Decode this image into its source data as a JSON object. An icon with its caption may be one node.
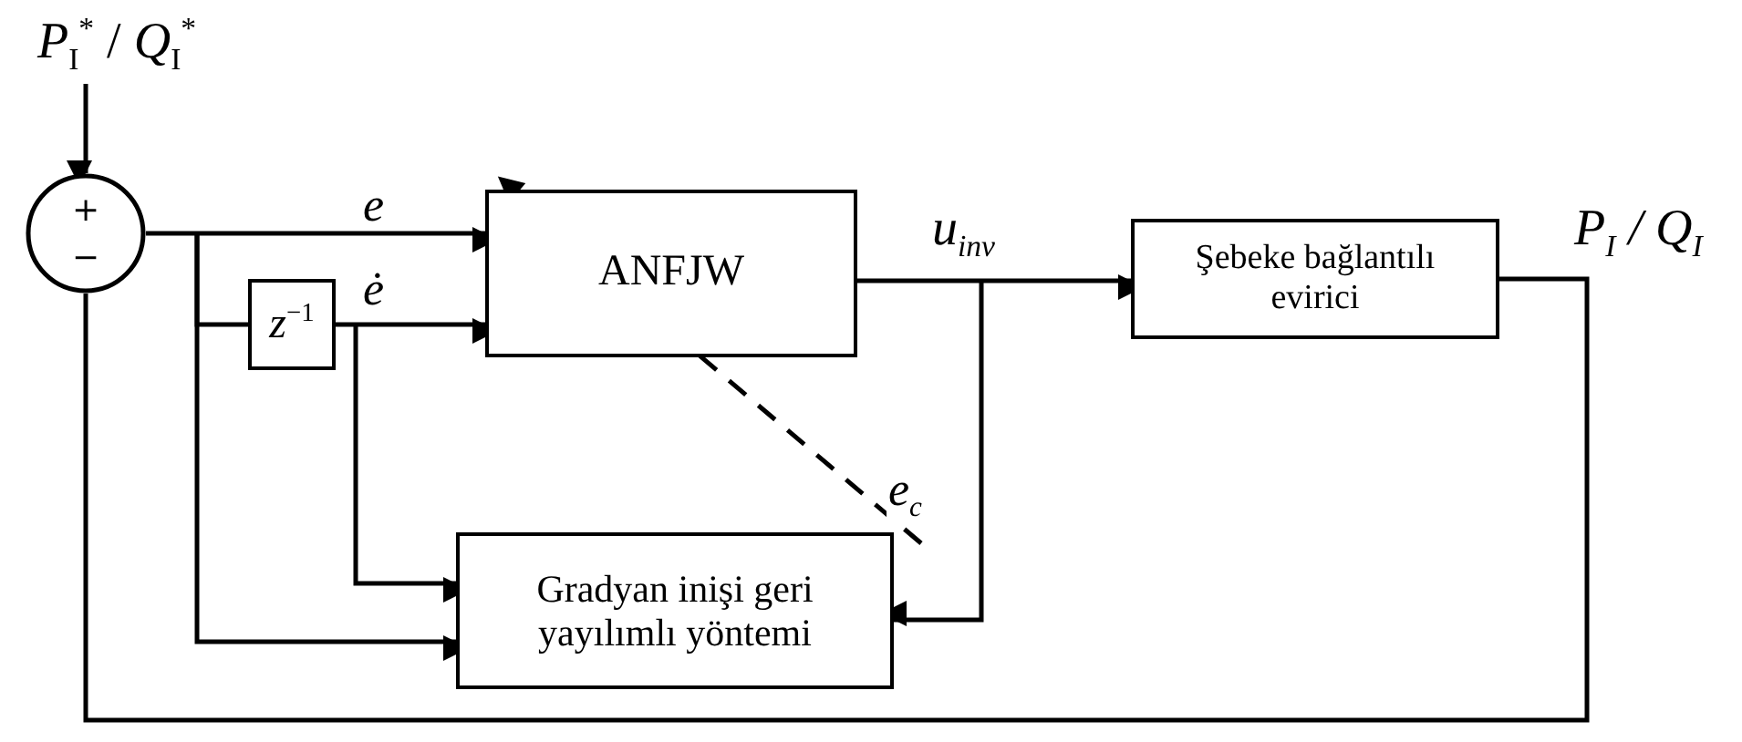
{
  "diagram": {
    "nodes": [
      {
        "text": [
          "*P*$_{I}$$^{*}$ / *Q*$_{I}$$^{*}$"
        ]
      },
      {
        "text": [
          "+",
          "−"
        ]
      },
      {
        "text": [
          "*z*$^{−1}$"
        ]
      },
      {
        "text": [
          "ANFJW"
        ]
      },
      {
        "text": [
          "Şebeke bağlantılı evirici"
        ]
      },
      {
        "text": [
          "Gradyan inişi geri yayılımlı yöntemi"
        ]
      }
    ],
    "edges": [
      {
        "from": 0,
        "to": 1,
        "arrow": "to"
      },
      {
        "from": 1,
        "to": 3,
        "arrow": "to",
        "label": "e"
      },
      {
        "from": 1,
        "to": 2,
        "arrow": "none"
      },
      {
        "from": 2,
        "to": 3,
        "arrow": "to",
        "label": "ė"
      },
      {
        "from": 2,
        "to": 5,
        "arrow": "to"
      },
      {
        "from": 1,
        "to": 5,
        "arrow": "to"
      },
      {
        "from": 3,
        "to": 4,
        "arrow": "to",
        "label": "u$_{inv}$"
      },
      {
        "from": 3,
        "to": 5,
        "arrow": "to"
      },
      {
        "from": 4,
        "to": 1,
        "arrow": "none",
        "label": "*P*$_{I}$ / *Q*$_{I}$"
      },
      {
        "from": 5,
        "to": 3,
        "arrow": "to",
        "label": "e$_{c}$",
        "style": "dashed"
      }
    ]
  }
}
